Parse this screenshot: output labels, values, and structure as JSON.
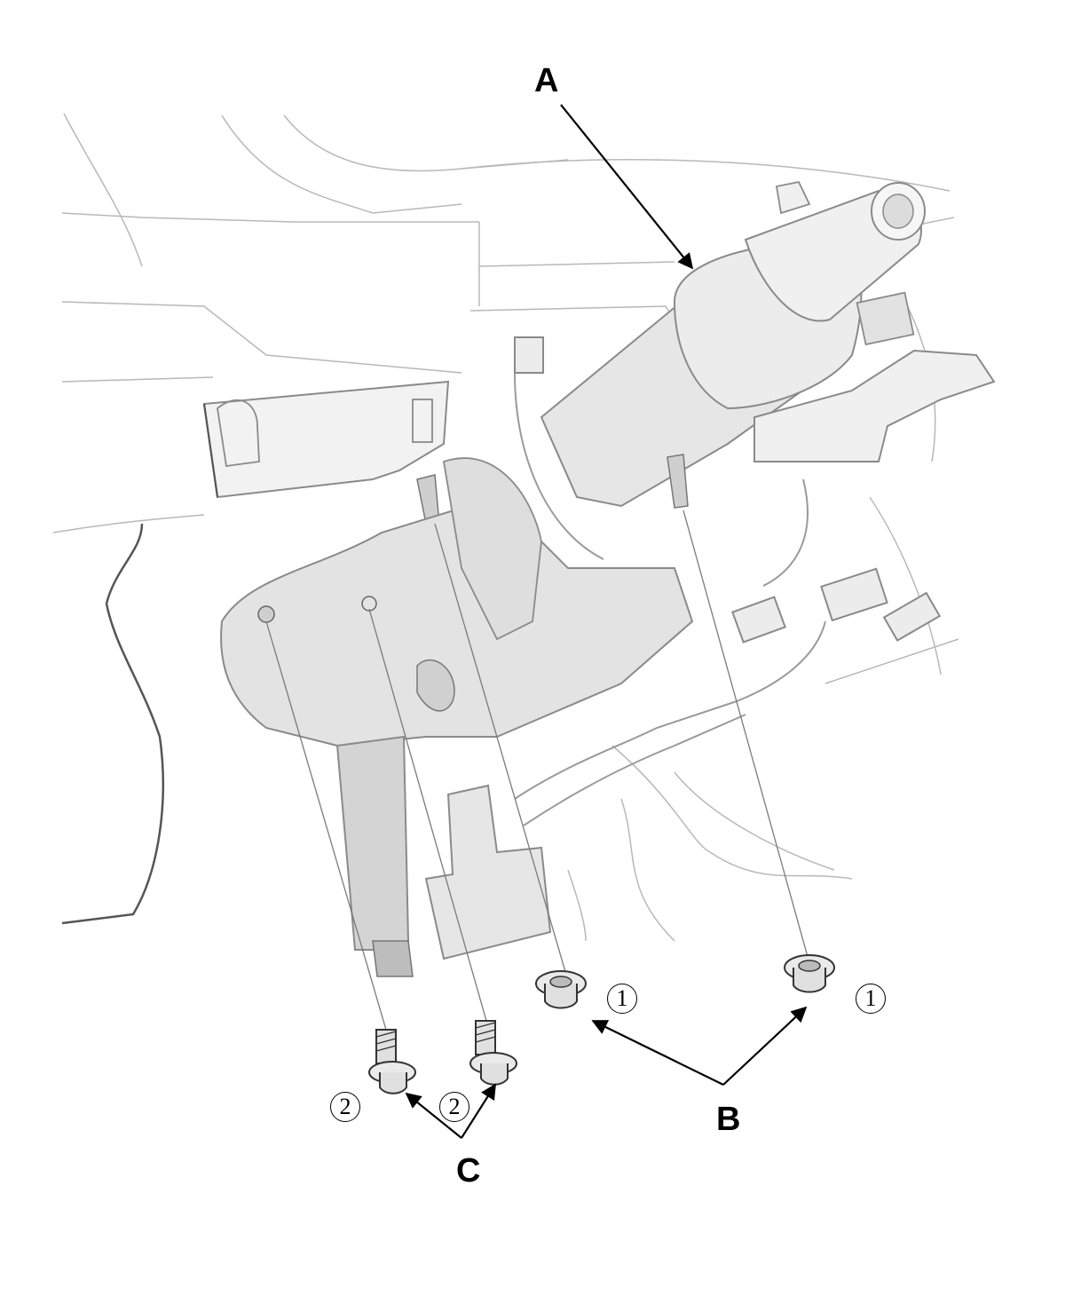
{
  "callouts": {
    "a": "A",
    "b": "B",
    "c": "C"
  },
  "fasteners": {
    "b_step": "1",
    "c_step": "2"
  },
  "colors": {
    "part_fill": "#e9e9e9",
    "part_shade": "#d6d6d6",
    "outline": "#8a8a8a",
    "context_line": "#b5b5b5",
    "callout": "#000000"
  }
}
